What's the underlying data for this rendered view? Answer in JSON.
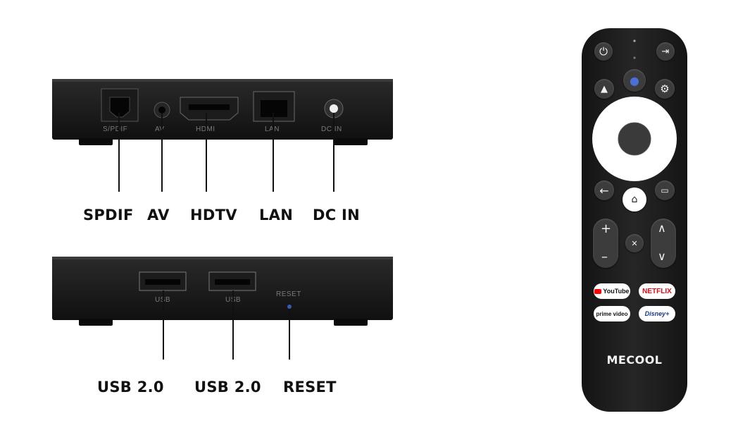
{
  "top_box": {
    "port_labels": [
      "S/PDIF",
      "AV",
      "HDMI",
      "LAN",
      "DC IN"
    ],
    "callouts": [
      "SPDIF",
      "AV",
      "HDTV",
      "LAN",
      "DC IN"
    ]
  },
  "bottom_box": {
    "port_labels": [
      "USB",
      "USB",
      "RESET"
    ],
    "callouts": [
      "USB 2.0",
      "USB 2.0",
      "RESET"
    ]
  },
  "remote": {
    "brand": "MECOOL",
    "app_buttons": [
      "YouTube",
      "NETFLIX",
      "prime video",
      "Disney+"
    ],
    "icons": [
      "power-icon",
      "input-icon",
      "microphone-icon",
      "profile-icon",
      "settings-icon",
      "back-icon",
      "home-icon",
      "tv-icon",
      "volume-up-icon",
      "volume-down-icon",
      "mute-icon",
      "channel-up-icon",
      "channel-down-icon"
    ],
    "colors": {
      "body": "#1f1f1f",
      "dpad": "#ffffff",
      "netflix": "#e50914",
      "youtube": "#ff0000",
      "disney": "#1f3a8a",
      "mic": "#4a6fd6"
    }
  }
}
